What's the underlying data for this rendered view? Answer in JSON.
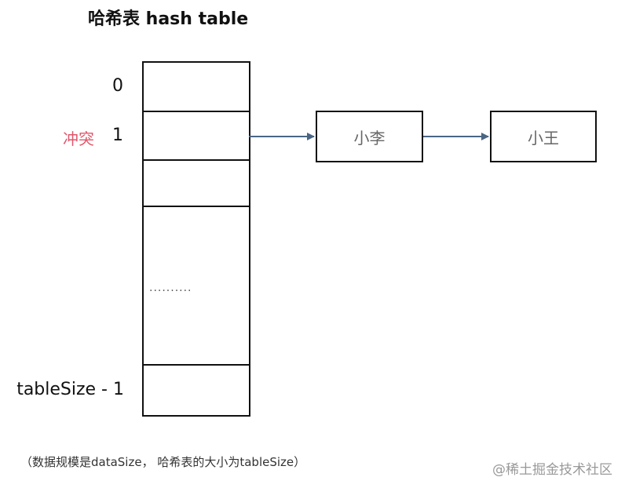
{
  "title": "哈希表 hash table",
  "table": {
    "rows": [
      {
        "index": "0",
        "tag": ""
      },
      {
        "index": "1",
        "tag": "冲突"
      },
      {
        "index": "",
        "tag": ""
      },
      {
        "index": "",
        "tag": ""
      },
      {
        "index": "tableSize - 1",
        "tag": ""
      }
    ],
    "ellipsis": "··········"
  },
  "chain": {
    "bucket": "1",
    "nodes": [
      "小李",
      "小王"
    ]
  },
  "footnote": "（数据规模是dataSize，  哈希表的大小为tableSize）",
  "watermark": "@稀土掘金技术社区",
  "colors": {
    "conflict": "#e0566a",
    "arrow": "#4a6584",
    "node_text": "#666666"
  }
}
